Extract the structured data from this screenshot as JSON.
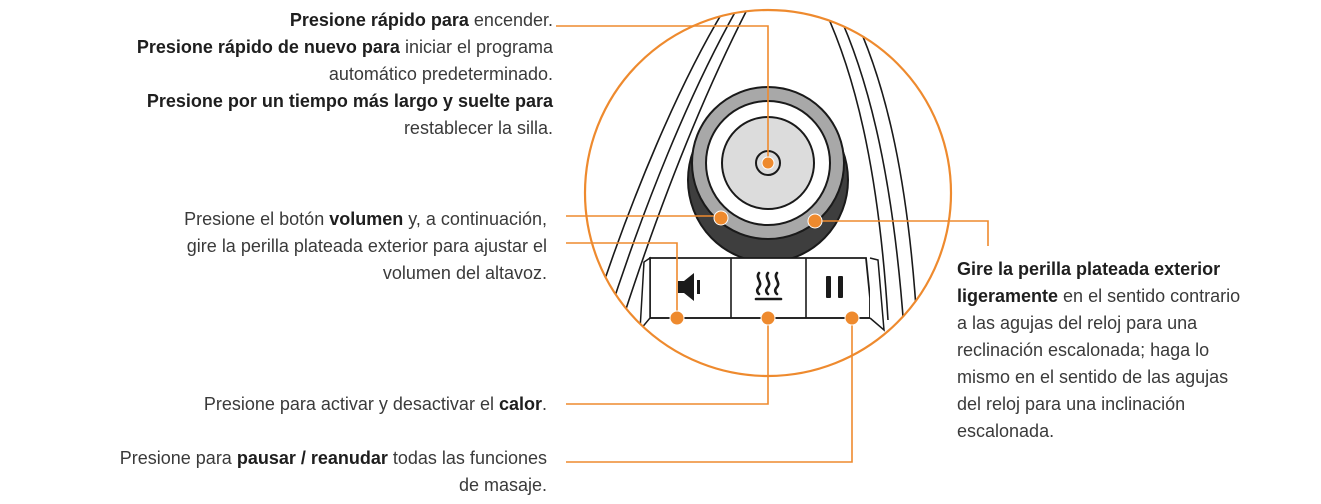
{
  "colors": {
    "accent": "#ee8a2e",
    "outline": "#1a1a1a",
    "silver": "#a8a8a8",
    "dark_ring": "#444444"
  },
  "icons": [
    "speaker-icon",
    "heat-icon",
    "pause-icon"
  ],
  "callouts": {
    "power": {
      "l1b": "Presione rápido para",
      "l1n": " encender.",
      "l2b": "Presione rápido de nuevo para",
      "l2n": " iniciar el programa",
      "l3n": "automático predeterminado.",
      "l4b": "Presione por un tiempo más largo y suelte para",
      "l5n": "restablecer la silla."
    },
    "volume": {
      "l1a": "Presione el botón ",
      "l1b": "volumen",
      "l1c": " y, a continuación,",
      "l2n": "gire la perilla plateada exterior para ajustar el",
      "l3n": "volumen del altavoz."
    },
    "heat": {
      "l1a": "Presione para activar y desactivar el ",
      "l1b": "calor",
      "l1c": "."
    },
    "pause": {
      "l1a": "Presione para ",
      "l1b": "pausar / reanudar",
      "l1c": " todas las funciones",
      "l2n": "de masaje."
    },
    "recline": {
      "l1b": "Gire la perilla plateada exterior",
      "l2b": "ligeramente",
      "l2n": " en el sentido contrario",
      "l3n": "a las agujas del reloj para una",
      "l4n": "reclinación escalonada; haga lo",
      "l5n": "mismo en el sentido de las agujas",
      "l6n": "del reloj para una inclinación",
      "l7n": "escalonada."
    }
  }
}
